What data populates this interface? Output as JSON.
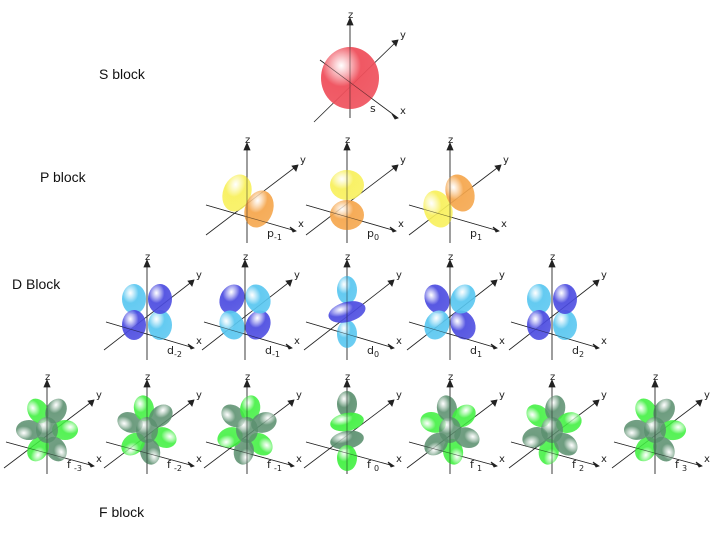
{
  "blocks": {
    "s": "S block",
    "p": "P block",
    "d": "D Block",
    "f": "F block"
  },
  "axes": {
    "z": "z",
    "y": "y",
    "x": "x"
  },
  "colors": {
    "s": "#ef4f5b",
    "p": [
      "#f8f05a",
      "#f5a54a"
    ],
    "d": [
      "#4a4ae0",
      "#57c6f0"
    ],
    "f": [
      "#3ef03e",
      "#5a8f6e"
    ]
  },
  "orbitals": [
    {
      "id": "s",
      "letter": "s",
      "sub": "",
      "type": "s"
    },
    {
      "id": "p-1",
      "letter": "p",
      "sub": "-1",
      "type": "p",
      "variant": 0
    },
    {
      "id": "p0",
      "letter": "p",
      "sub": "0",
      "type": "p",
      "variant": 1
    },
    {
      "id": "p1",
      "letter": "p",
      "sub": "1",
      "type": "p",
      "variant": 2
    },
    {
      "id": "d-2",
      "letter": "d",
      "sub": "-2",
      "type": "d",
      "variant": 0
    },
    {
      "id": "d-1",
      "letter": "d",
      "sub": "-1",
      "type": "d",
      "variant": 1
    },
    {
      "id": "d0",
      "letter": "d",
      "sub": "0",
      "type": "d",
      "variant": 2
    },
    {
      "id": "d1",
      "letter": "d",
      "sub": "1",
      "type": "d",
      "variant": 3
    },
    {
      "id": "d2",
      "letter": "d",
      "sub": "2",
      "type": "d",
      "variant": 4
    },
    {
      "id": "f-3",
      "letter": "f",
      "sub": "-3",
      "type": "f",
      "variant": 0
    },
    {
      "id": "f-2",
      "letter": "f",
      "sub": "-2",
      "type": "f",
      "variant": 1
    },
    {
      "id": "f-1",
      "letter": "f",
      "sub": "-1",
      "type": "f",
      "variant": 2
    },
    {
      "id": "f0",
      "letter": "f",
      "sub": "0",
      "type": "f",
      "variant": 3
    },
    {
      "id": "f1",
      "letter": "f",
      "sub": "1",
      "type": "f",
      "variant": 4
    },
    {
      "id": "f2",
      "letter": "f",
      "sub": "2",
      "type": "f",
      "variant": 5
    },
    {
      "id": "f3",
      "letter": "f",
      "sub": "3",
      "type": "f",
      "variant": 6
    }
  ]
}
